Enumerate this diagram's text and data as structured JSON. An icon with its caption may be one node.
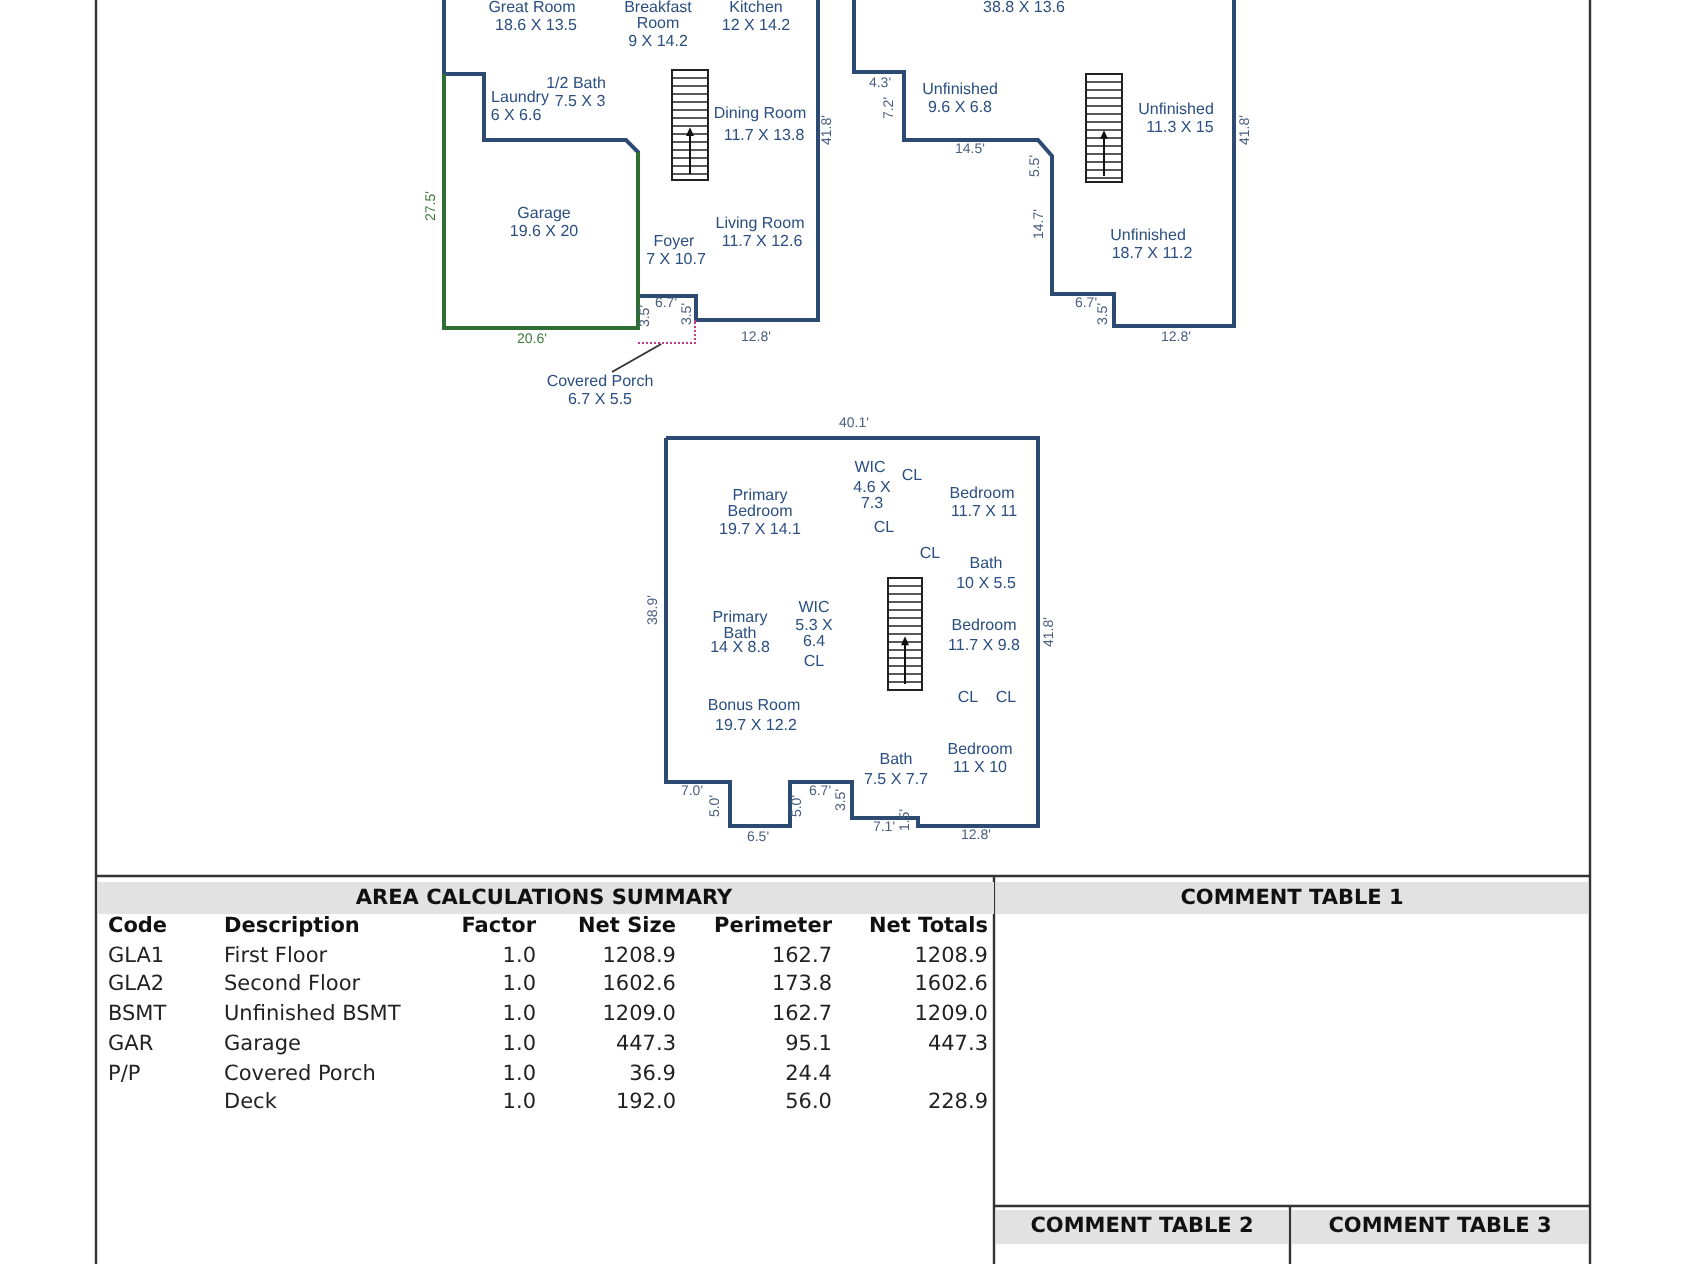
{
  "diagram": {
    "nodes": [
      {
        "text": [
          "Covered Porch",
          "6.7 X 5.5"
        ]
      },
      {
        "text": [],
        "shape": "box"
      }
    ],
    "edges": [
      {
        "from": 0,
        "to": 1,
        "arrow": "none"
      }
    ],
    "labels": [
      "Great Room",
      "18.6 X 13.5",
      "Breakfast Room",
      "9 X 14.2",
      "Kitchen",
      "12 X 14.2",
      "Laundry",
      "1/2 Bath",
      "7.5 X 3",
      "6 X 6.6",
      "Dining Room",
      "11.7 X 13.8",
      "41.8'",
      "27.5'",
      "Garage",
      "19.6 X 20",
      "Foyer",
      "7 X 10.7",
      "Living Room",
      "11.7 X 12.6",
      "6.7'",
      "3.5'",
      "3.5'",
      "20.6'",
      "12.8'",
      "38.8 X 13.6",
      "4.3'",
      "7.2'",
      "Unfinished",
      "9.6 X 6.8",
      "Unfinished",
      "11.3 X 15",
      "41.8'",
      "14.5'",
      "5.5'",
      "14.7'",
      "Unfinished",
      "18.7 X 11.2",
      "6.7'",
      "3.5'",
      "12.8'",
      "40.1'",
      "WIC",
      "4.6 X 7.3",
      "CL",
      "Primary Bedroom",
      "19.7 X 14.1",
      "Bedroom",
      "11.7 X 11",
      "CL",
      "CL",
      "Bath",
      "10 X 5.5",
      "38.9'",
      "Primary Bath",
      "14 X 8.8",
      "WIC",
      "5.3 X 6.4",
      "CL",
      "Bedroom",
      "11.7 X 9.8",
      "41.8'",
      "CL",
      "CL",
      "Bonus Room",
      "19.7 X 12.2",
      "Bath",
      "7.5 X 7.7",
      "Bedroom",
      "11 X 10",
      "7.0'",
      "5.0'",
      "5.0'",
      "6.7'",
      "3.5'",
      "6.5'",
      "7.1'",
      "1.5'",
      "12.8'",
      "AREA CALCULATIONS SUMMARY",
      "COMMENT TABLE 1",
      "Code",
      "Description",
      "Factor",
      "Net Size",
      "Perimeter",
      "Net Totals",
      "GLA1",
      "First Floor",
      "1.0",
      "1208.9",
      "162.7",
      "1208.9",
      "GLA2",
      "Second Floor",
      "1.0",
      "1602.6",
      "173.8",
      "1602.6",
      "BSMT",
      "Unfinished BSMT",
      "1.0",
      "1209.0",
      "162.7",
      "1209.0",
      "GAR",
      "Garage",
      "1.0",
      "447.3",
      "95.1",
      "447.3",
      "P/P",
      "Covered Porch",
      "1.0",
      "36.9",
      "24.4",
      "Deck",
      "1.0",
      "192.0",
      "56.0",
      "228.9",
      "COMMENT TABLE 2",
      "COMMENT TABLE 3"
    ]
  }
}
